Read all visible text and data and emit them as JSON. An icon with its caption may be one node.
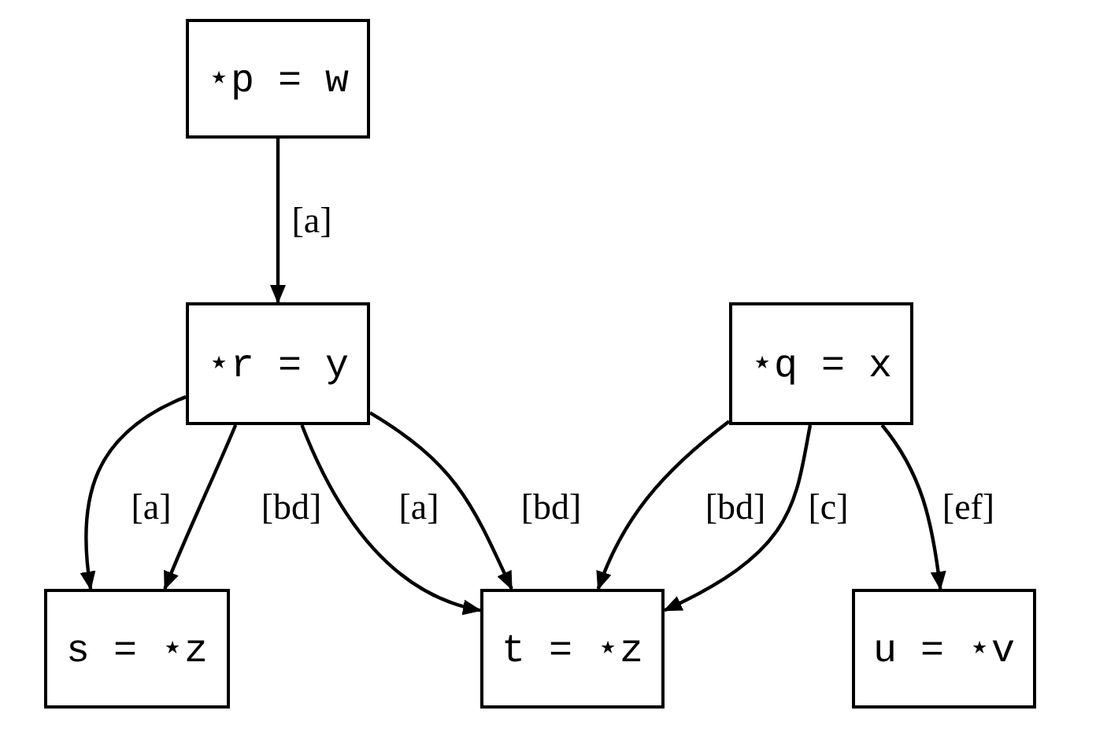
{
  "diagram": {
    "nodes": [
      {
        "text": [
          "⋆p = w"
        ]
      },
      {
        "text": [
          "⋆r = y"
        ]
      },
      {
        "text": [
          "⋆q = x"
        ]
      },
      {
        "text": [
          "s = ⋆z"
        ]
      },
      {
        "text": [
          "t = ⋆z"
        ]
      },
      {
        "text": [
          "u = ⋆v"
        ]
      }
    ],
    "edges": [
      {
        "from": 0,
        "to": 1,
        "arrow": "to",
        "label": "[a]"
      },
      {
        "from": 1,
        "to": 3,
        "arrow": "to",
        "label": "[a]"
      },
      {
        "from": 1,
        "to": 3,
        "arrow": "to",
        "label": "[bd]"
      },
      {
        "from": 1,
        "to": 4,
        "arrow": "to",
        "label": "[a]"
      },
      {
        "from": 1,
        "to": 4,
        "arrow": "to",
        "label": "[bd]"
      },
      {
        "from": 2,
        "to": 4,
        "arrow": "to",
        "label": "[bd]"
      },
      {
        "from": 2,
        "to": 4,
        "arrow": "to",
        "label": "[c]"
      },
      {
        "from": 2,
        "to": 5,
        "arrow": "to",
        "label": "[ef]"
      }
    ]
  }
}
